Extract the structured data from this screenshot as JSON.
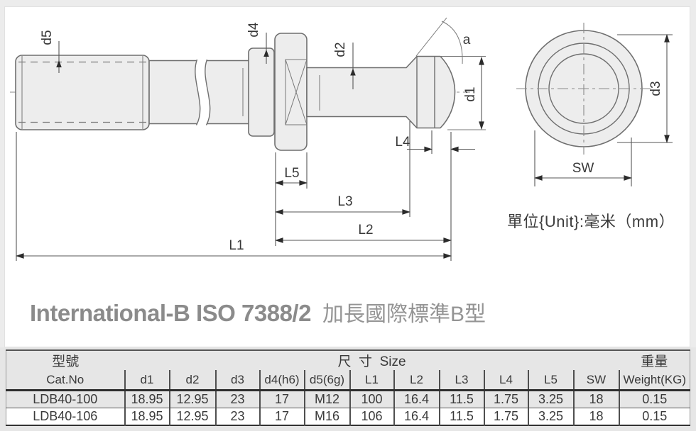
{
  "title": {
    "en": "International-B ISO 7388/2",
    "zh": "加長國際標準B型"
  },
  "drawing": {
    "unit_note": "單位{Unit}:毫米（mm）",
    "labels": {
      "d5": "d5",
      "d4": "d4",
      "d2": "d2",
      "a": "a",
      "d1": "d1",
      "L4": "L4",
      "L5": "L5",
      "L3": "L3",
      "L2": "L2",
      "L1": "L1",
      "d3": "d3",
      "sw": "SW"
    }
  },
  "table": {
    "group_headers": {
      "model": "型號",
      "size": "尺  寸  Size",
      "weight": "重量"
    },
    "columns": [
      "Cat.No",
      "d1",
      "d2",
      "d3",
      "d4(h6)",
      "d5(6g)",
      "L1",
      "L2",
      "L3",
      "L4",
      "L5",
      "SW",
      "Weight(KG)"
    ],
    "rows": [
      {
        "cells": [
          "LDB40-100",
          "18.95",
          "12.95",
          "23",
          "17",
          "M12",
          "100",
          "16.4",
          "11.5",
          "1.75",
          "3.25",
          "18",
          "0.15"
        ]
      },
      {
        "cells": [
          "LDB40-106",
          "18.95",
          "12.95",
          "23",
          "17",
          "M16",
          "106",
          "16.4",
          "11.5",
          "1.75",
          "3.25",
          "18",
          "0.15"
        ]
      }
    ]
  },
  "colors": {
    "page_bg": "#ececec",
    "panel_bg": "#ffffff",
    "band_bg": "#e6e6e6",
    "line": "#6f6f6f",
    "dim_line": "#565656",
    "text": "#3a3a3a",
    "title_text": "#8b8b8b",
    "part_fill": "#ededed",
    "alt_row": "#ffffff"
  }
}
